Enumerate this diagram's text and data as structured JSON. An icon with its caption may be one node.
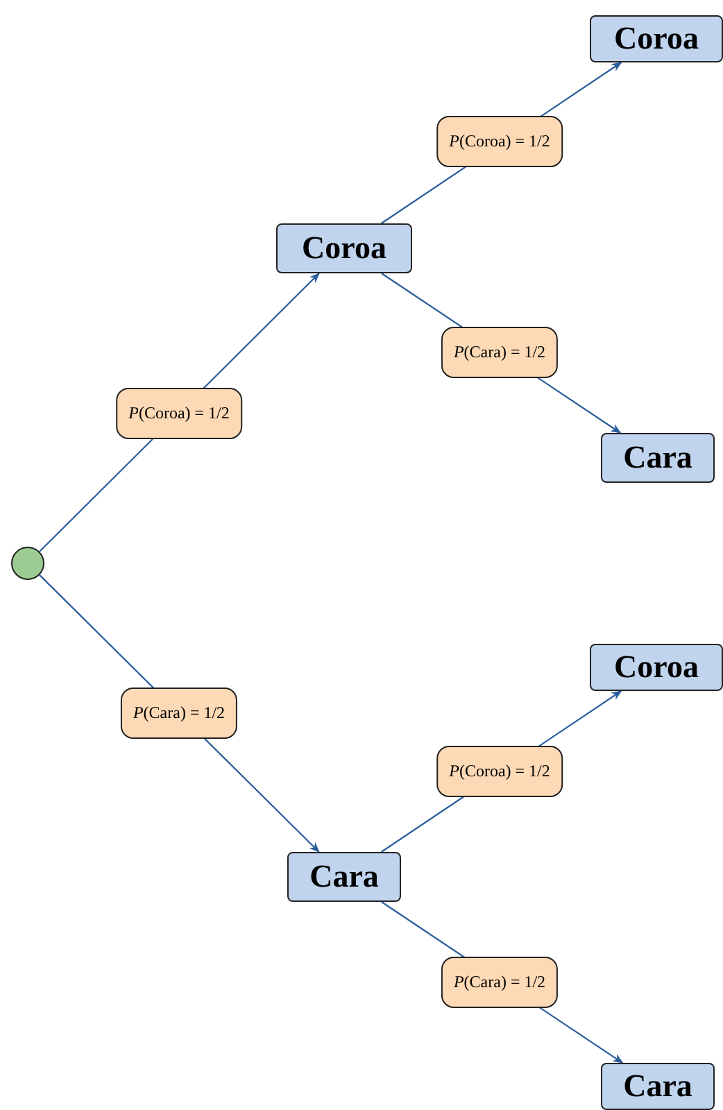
{
  "diagram": {
    "nodes": [
      {
        "text": [],
        "shape": "circle"
      },
      {
        "text": [
          "Coroa"
        ]
      },
      {
        "text": [
          "Coroa"
        ]
      },
      {
        "text": [
          "Cara"
        ]
      },
      {
        "text": [
          "Cara"
        ]
      },
      {
        "text": [
          "Coroa"
        ]
      },
      {
        "text": [
          "Cara"
        ]
      }
    ],
    "edges": [
      {
        "from": 0,
        "to": 1,
        "arrow": "to",
        "label": "*P*(Coroa) = 1/2"
      },
      {
        "from": 1,
        "to": 2,
        "arrow": "to",
        "label": "*P*(Coroa) = 1/2"
      },
      {
        "from": 1,
        "to": 3,
        "arrow": "to",
        "label": "*P*(Cara) = 1/2"
      },
      {
        "from": 0,
        "to": 4,
        "arrow": "to",
        "label": "*P*(Cara) = 1/2"
      },
      {
        "from": 4,
        "to": 5,
        "arrow": "to",
        "label": "*P*(Coroa) = 1/2"
      },
      {
        "from": 4,
        "to": 6,
        "arrow": "to",
        "label": "*P*(Cara) = 1/2"
      }
    ]
  }
}
